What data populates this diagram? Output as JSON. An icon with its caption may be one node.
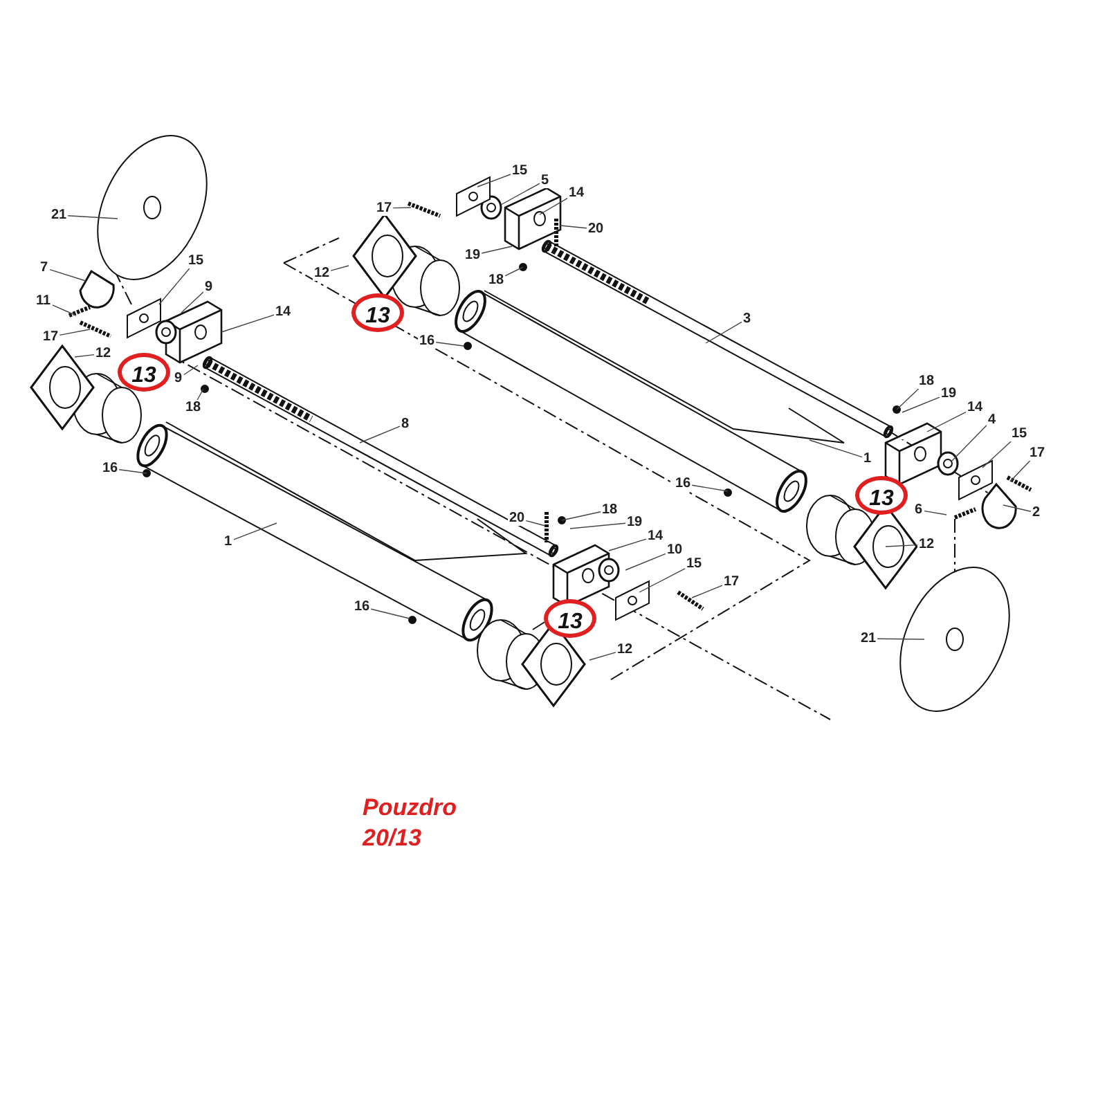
{
  "diagram": {
    "nodes": [
      {
        "text": [
          "21"
        ]
      },
      {
        "text": [
          "7"
        ]
      },
      {
        "text": [
          "15"
        ]
      },
      {
        "text": [
          "9"
        ]
      },
      {
        "text": [
          "11"
        ]
      },
      {
        "text": [
          "14"
        ]
      },
      {
        "text": [
          "17"
        ]
      },
      {
        "text": [
          "12"
        ]
      },
      {
        "text": [
          "13"
        ]
      },
      {
        "text": [
          "9"
        ]
      },
      {
        "text": [
          "18"
        ]
      },
      {
        "text": [
          "8"
        ]
      },
      {
        "text": [
          "16"
        ]
      },
      {
        "text": [
          "1"
        ]
      },
      {
        "text": [
          "15"
        ]
      },
      {
        "text": [
          "17"
        ]
      },
      {
        "text": [
          "5"
        ]
      },
      {
        "text": [
          "14"
        ]
      },
      {
        "text": [
          "20"
        ]
      },
      {
        "text": [
          "12"
        ]
      },
      {
        "text": [
          "13"
        ]
      },
      {
        "text": [
          "19"
        ]
      },
      {
        "text": [
          "18"
        ]
      },
      {
        "text": [
          "3"
        ]
      },
      {
        "text": [
          "16"
        ]
      },
      {
        "text": [
          "18"
        ]
      },
      {
        "text": [
          "19"
        ]
      },
      {
        "text": [
          "14"
        ]
      },
      {
        "text": [
          "4"
        ]
      },
      {
        "text": [
          "15"
        ]
      },
      {
        "text": [
          "17"
        ]
      },
      {
        "text": [
          "1"
        ]
      },
      {
        "text": [
          "16"
        ]
      },
      {
        "text": [
          "13"
        ]
      },
      {
        "text": [
          "6"
        ]
      },
      {
        "text": [
          "2"
        ]
      },
      {
        "text": [
          "12"
        ]
      },
      {
        "text": [
          "21"
        ]
      },
      {
        "text": [
          "20"
        ]
      },
      {
        "text": [
          "18"
        ]
      },
      {
        "text": [
          "19"
        ]
      },
      {
        "text": [
          "14"
        ]
      },
      {
        "text": [
          "10"
        ]
      },
      {
        "text": [
          "15"
        ]
      },
      {
        "text": [
          "17"
        ]
      },
      {
        "text": [
          "16"
        ]
      },
      {
        "text": [
          "13"
        ]
      },
      {
        "text": [
          "12"
        ]
      }
    ],
    "edges": [
      {
        "from": 0,
        "to": null,
        "arrow": "none"
      },
      {
        "from": 1,
        "to": null,
        "arrow": "none"
      },
      {
        "from": 2,
        "to": null,
        "arrow": "none"
      },
      {
        "from": 3,
        "to": null,
        "arrow": "none"
      },
      {
        "from": 4,
        "to": null,
        "arrow": "none"
      },
      {
        "from": 5,
        "to": null,
        "arrow": "none"
      },
      {
        "from": 6,
        "to": null,
        "arrow": "none"
      },
      {
        "from": 7,
        "to": null,
        "arrow": "none"
      },
      {
        "from": 9,
        "to": null,
        "arrow": "none"
      },
      {
        "from": 10,
        "to": null,
        "arrow": "none"
      },
      {
        "from": 11,
        "to": null,
        "arrow": "none"
      },
      {
        "from": 12,
        "to": null,
        "arrow": "none"
      },
      {
        "from": 13,
        "to": null,
        "arrow": "none"
      },
      {
        "from": 14,
        "to": null,
        "arrow": "none"
      },
      {
        "from": 15,
        "to": null,
        "arrow": "none"
      },
      {
        "from": 16,
        "to": null,
        "arrow": "none"
      },
      {
        "from": 17,
        "to": null,
        "arrow": "none"
      },
      {
        "from": 18,
        "to": null,
        "arrow": "none"
      },
      {
        "from": 19,
        "to": null,
        "arrow": "none"
      },
      {
        "from": 21,
        "to": null,
        "arrow": "none"
      },
      {
        "from": 22,
        "to": null,
        "arrow": "none"
      },
      {
        "from": 23,
        "to": null,
        "arrow": "none"
      },
      {
        "from": 24,
        "to": null,
        "arrow": "none"
      },
      {
        "from": 25,
        "to": null,
        "arrow": "none"
      },
      {
        "from": 26,
        "to": null,
        "arrow": "none"
      },
      {
        "from": 27,
        "to": null,
        "arrow": "none"
      },
      {
        "from": 28,
        "to": null,
        "arrow": "none"
      },
      {
        "from": 29,
        "to": null,
        "arrow": "none"
      },
      {
        "from": 30,
        "to": null,
        "arrow": "none"
      },
      {
        "from": 31,
        "to": null,
        "arrow": "none"
      },
      {
        "from": 32,
        "to": null,
        "arrow": "none"
      },
      {
        "from": 34,
        "to": null,
        "arrow": "none"
      },
      {
        "from": 35,
        "to": null,
        "arrow": "none"
      },
      {
        "from": 36,
        "to": null,
        "arrow": "none"
      },
      {
        "from": 37,
        "to": null,
        "arrow": "none"
      },
      {
        "from": 38,
        "to": null,
        "arrow": "none"
      },
      {
        "from": 39,
        "to": null,
        "arrow": "none"
      },
      {
        "from": 40,
        "to": null,
        "arrow": "none"
      },
      {
        "from": 41,
        "to": null,
        "arrow": "none"
      },
      {
        "from": 42,
        "to": null,
        "arrow": "none"
      },
      {
        "from": 43,
        "to": null,
        "arrow": "none"
      },
      {
        "from": 44,
        "to": null,
        "arrow": "none"
      },
      {
        "from": 45,
        "to": null,
        "arrow": "none"
      },
      {
        "from": 47,
        "to": null,
        "arrow": "none"
      }
    ],
    "labels": [
      "Pouzdro 20/13"
    ]
  }
}
